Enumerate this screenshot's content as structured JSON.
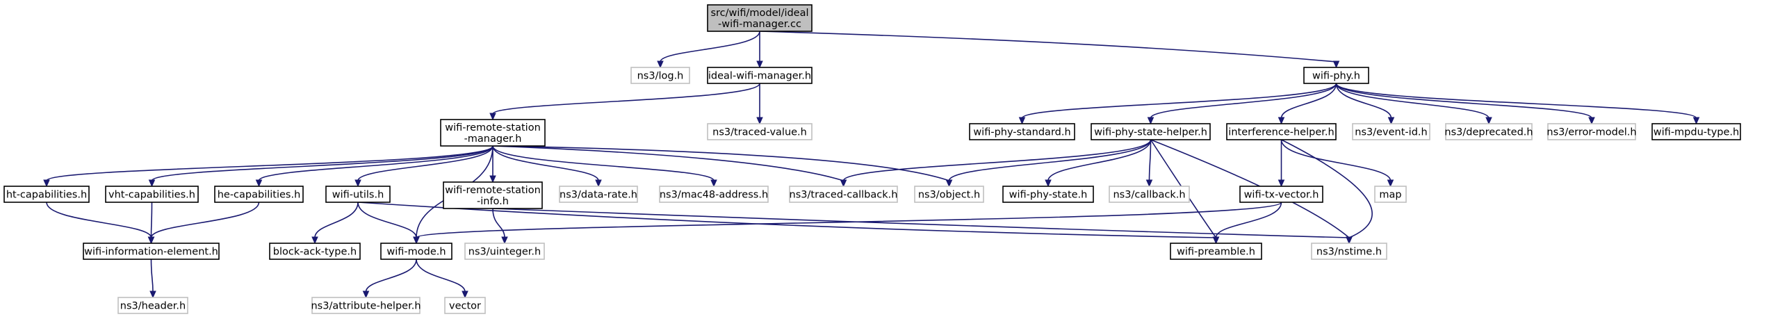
{
  "nodes": {
    "root": {
      "lines": [
        "src/wifi/model/ideal",
        "-wifi-manager.cc"
      ],
      "kind": "root"
    },
    "ns3_log": {
      "lines": [
        "ns3/log.h"
      ],
      "kind": "external"
    },
    "ideal_mgr": {
      "lines": [
        "ideal-wifi-manager.h"
      ],
      "kind": "internal"
    },
    "wifi_phy": {
      "lines": [
        "wifi-phy.h"
      ],
      "kind": "internal"
    },
    "traced_value": {
      "lines": [
        "ns3/traced-value.h"
      ],
      "kind": "external"
    },
    "wrsm": {
      "lines": [
        "wifi-remote-station",
        "-manager.h"
      ],
      "kind": "internal"
    },
    "phy_standard": {
      "lines": [
        "wifi-phy-standard.h"
      ],
      "kind": "internal"
    },
    "phy_state_helper": {
      "lines": [
        "wifi-phy-state-helper.h"
      ],
      "kind": "internal"
    },
    "interference": {
      "lines": [
        "interference-helper.h"
      ],
      "kind": "internal"
    },
    "event_id": {
      "lines": [
        "ns3/event-id.h"
      ],
      "kind": "external"
    },
    "deprecated": {
      "lines": [
        "ns3/deprecated.h"
      ],
      "kind": "external"
    },
    "error_model": {
      "lines": [
        "ns3/error-model.h"
      ],
      "kind": "external"
    },
    "mpdu_type": {
      "lines": [
        "wifi-mpdu-type.h"
      ],
      "kind": "internal"
    },
    "ht_cap": {
      "lines": [
        "ht-capabilities.h"
      ],
      "kind": "internal"
    },
    "vht_cap": {
      "lines": [
        "vht-capabilities.h"
      ],
      "kind": "internal"
    },
    "he_cap": {
      "lines": [
        "he-capabilities.h"
      ],
      "kind": "internal"
    },
    "wifi_utils": {
      "lines": [
        "wifi-utils.h"
      ],
      "kind": "internal"
    },
    "wrs_info": {
      "lines": [
        "wifi-remote-station",
        "-info.h"
      ],
      "kind": "internal"
    },
    "data_rate": {
      "lines": [
        "ns3/data-rate.h"
      ],
      "kind": "external"
    },
    "mac48": {
      "lines": [
        "ns3/mac48-address.h"
      ],
      "kind": "external"
    },
    "traced_cb": {
      "lines": [
        "ns3/traced-callback.h"
      ],
      "kind": "external"
    },
    "object": {
      "lines": [
        "ns3/object.h"
      ],
      "kind": "external"
    },
    "phy_state": {
      "lines": [
        "wifi-phy-state.h"
      ],
      "kind": "internal"
    },
    "callback": {
      "lines": [
        "ns3/callback.h"
      ],
      "kind": "external"
    },
    "tx_vector": {
      "lines": [
        "wifi-tx-vector.h"
      ],
      "kind": "internal"
    },
    "map": {
      "lines": [
        "map"
      ],
      "kind": "external"
    },
    "info_element": {
      "lines": [
        "wifi-information-element.h"
      ],
      "kind": "internal"
    },
    "block_ack": {
      "lines": [
        "block-ack-type.h"
      ],
      "kind": "internal"
    },
    "wifi_mode": {
      "lines": [
        "wifi-mode.h"
      ],
      "kind": "internal"
    },
    "uinteger": {
      "lines": [
        "ns3/uinteger.h"
      ],
      "kind": "external"
    },
    "preamble": {
      "lines": [
        "wifi-preamble.h"
      ],
      "kind": "internal"
    },
    "nstime": {
      "lines": [
        "ns3/nstime.h"
      ],
      "kind": "external"
    },
    "header": {
      "lines": [
        "ns3/header.h"
      ],
      "kind": "external"
    },
    "attr_helper": {
      "lines": [
        "ns3/attribute-helper.h"
      ],
      "kind": "external"
    },
    "vector": {
      "lines": [
        "vector"
      ],
      "kind": "external"
    }
  },
  "edges": [
    [
      "root",
      "ns3_log"
    ],
    [
      "root",
      "ideal_mgr"
    ],
    [
      "root",
      "wifi_phy"
    ],
    [
      "ideal_mgr",
      "wrsm"
    ],
    [
      "ideal_mgr",
      "traced_value"
    ],
    [
      "wifi_phy",
      "phy_standard"
    ],
    [
      "wifi_phy",
      "phy_state_helper"
    ],
    [
      "wifi_phy",
      "interference"
    ],
    [
      "wifi_phy",
      "event_id"
    ],
    [
      "wifi_phy",
      "deprecated"
    ],
    [
      "wifi_phy",
      "error_model"
    ],
    [
      "wifi_phy",
      "mpdu_type"
    ],
    [
      "wrsm",
      "ht_cap"
    ],
    [
      "wrsm",
      "vht_cap"
    ],
    [
      "wrsm",
      "he_cap"
    ],
    [
      "wrsm",
      "wifi_utils"
    ],
    [
      "wrsm",
      "wrs_info"
    ],
    [
      "wrsm",
      "data_rate"
    ],
    [
      "wrsm",
      "mac48"
    ],
    [
      "wrsm",
      "traced_cb"
    ],
    [
      "wrsm",
      "object"
    ],
    [
      "wrsm",
      "wifi_mode"
    ],
    [
      "phy_state_helper",
      "traced_cb"
    ],
    [
      "phy_state_helper",
      "object"
    ],
    [
      "phy_state_helper",
      "phy_state"
    ],
    [
      "phy_state_helper",
      "callback"
    ],
    [
      "phy_state_helper",
      "preamble"
    ],
    [
      "phy_state_helper",
      "nstime"
    ],
    [
      "interference",
      "tx_vector"
    ],
    [
      "interference",
      "map"
    ],
    [
      "interference",
      "nstime"
    ],
    [
      "ht_cap",
      "info_element"
    ],
    [
      "vht_cap",
      "info_element"
    ],
    [
      "he_cap",
      "info_element"
    ],
    [
      "wifi_utils",
      "block_ack"
    ],
    [
      "wifi_utils",
      "wifi_mode"
    ],
    [
      "wifi_utils",
      "preamble"
    ],
    [
      "wrs_info",
      "uinteger"
    ],
    [
      "wrs_info",
      "nstime"
    ],
    [
      "tx_vector",
      "wifi_mode"
    ],
    [
      "tx_vector",
      "preamble"
    ],
    [
      "info_element",
      "header"
    ],
    [
      "wifi_mode",
      "attr_helper"
    ],
    [
      "wifi_mode",
      "vector"
    ]
  ]
}
